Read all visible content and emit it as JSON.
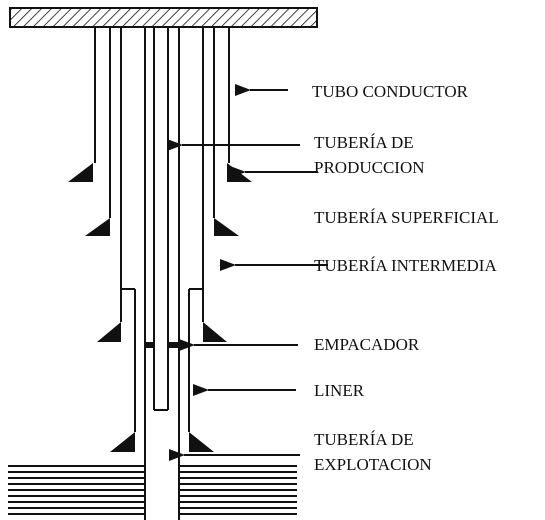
{
  "labels": {
    "tubo_conductor": "TUBO CONDUCTOR",
    "tuberia_produccion_1": "TUBERÍA DE",
    "tuberia_produccion_2": "PRODUCCION",
    "tuberia_superficial": "TUBERÍA SUPERFICIAL",
    "tuberia_intermedia": "TUBERÍA INTERMEDIA",
    "empacador": "EMPACADOR",
    "liner": "LINER",
    "tuberia_explotacion_1": "TUBERÍA DE",
    "tuberia_explotacion_2": "EXPLOTACION"
  },
  "colors": {
    "line": "#111111",
    "background": "#ffffff"
  }
}
